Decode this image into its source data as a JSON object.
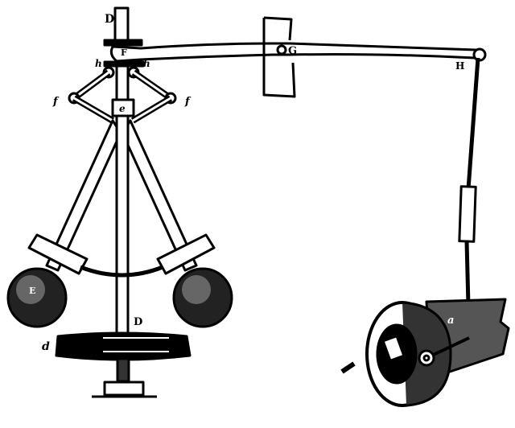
{
  "figure": {
    "colors": {
      "ink": "#000000",
      "paper": "#ffffff"
    },
    "labels": {
      "spindle_top": "D",
      "collar": "F",
      "beam_pivot": "G",
      "beam_end": "H",
      "link_left": "h",
      "link_right": "h",
      "joint_left": "f",
      "joint_right": "f",
      "sleeve": "e",
      "ball": "E",
      "spindle": "D",
      "pulley": "d",
      "valve_pipe": "a"
    }
  }
}
